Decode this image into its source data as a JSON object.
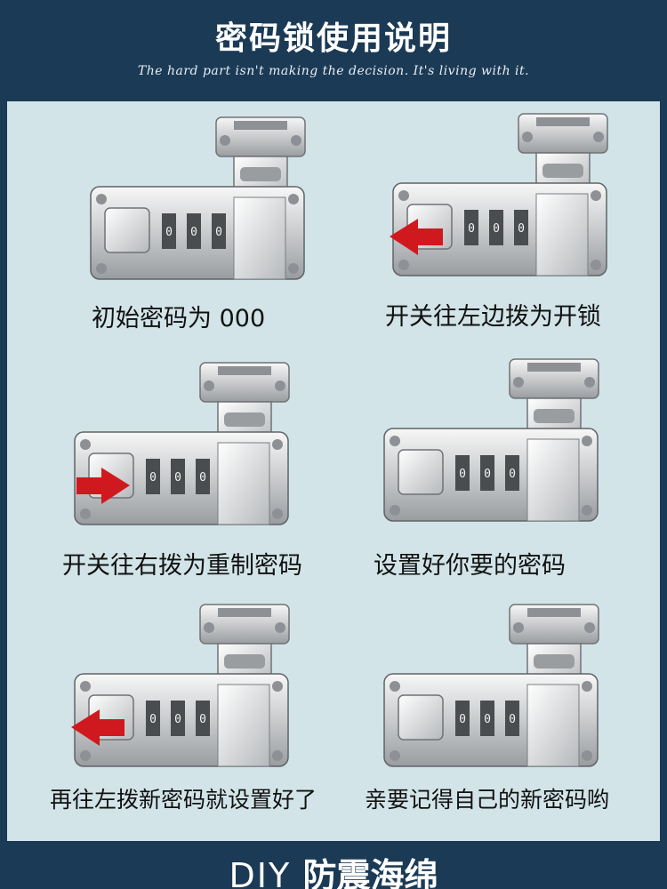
{
  "header": {
    "title": "密码锁使用说明",
    "subtitle": "The hard part isn't making the decision. It's living with it."
  },
  "steps": [
    {
      "caption": "初始密码为 000",
      "arrow": "none"
    },
    {
      "caption": "开关往左边拨为开锁",
      "arrow": "left"
    },
    {
      "caption": "开关往右拨为重制密码",
      "arrow": "right"
    },
    {
      "caption": "设置好你要的密码",
      "arrow": "none"
    },
    {
      "caption": "再往左拨新密码就设置好了",
      "arrow": "left"
    },
    {
      "caption": "亲要记得自己的新密码哟",
      "arrow": "none"
    }
  ],
  "footer": {
    "prefix": "DIY",
    "text": "防震海绵"
  },
  "colors": {
    "navy": "#1b3a55",
    "panel": "#d2e4e8",
    "arrow": "#d0191e",
    "indicator": "#c0392b"
  }
}
